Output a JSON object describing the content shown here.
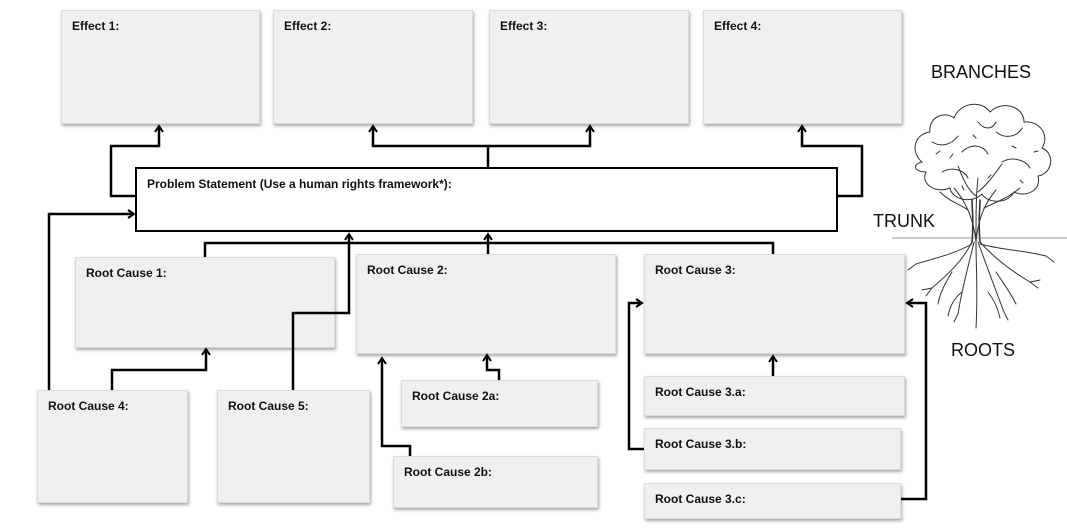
{
  "effects": [
    {
      "label": "Effect 1:"
    },
    {
      "label": "Effect 2:"
    },
    {
      "label": "Effect 3:"
    },
    {
      "label": "Effect 4:"
    }
  ],
  "problem": {
    "label": "Problem Statement (Use a human rights framework*):"
  },
  "causes": {
    "rc1": "Root Cause 1:",
    "rc2": "Root Cause 2:",
    "rc3": "Root Cause 3:",
    "rc4": "Root Cause 4:",
    "rc5": "Root Cause 5:",
    "rc2a": "Root Cause 2a:",
    "rc2b": "Root Cause 2b:",
    "rc3a": "Root Cause 3.a:",
    "rc3b": "Root Cause 3.b:",
    "rc3c": "Root Cause 3.c:"
  },
  "tree": {
    "branches": "BRANCHES",
    "trunk": "TRUNK",
    "roots": "ROOTS"
  }
}
